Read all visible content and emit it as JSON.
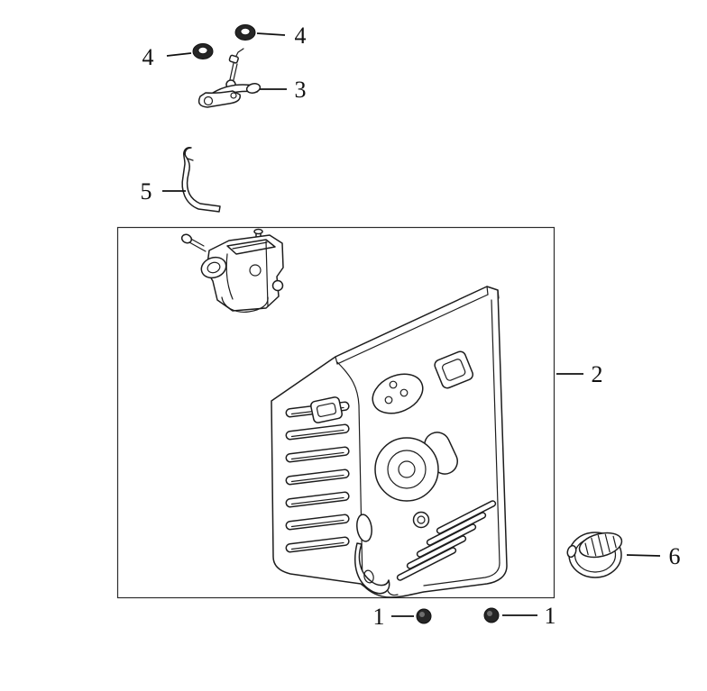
{
  "diagram": {
    "type": "exploded-parts-diagram",
    "background_color": "#ffffff",
    "line_color": "#1d1d1d",
    "label_color": "#111111",
    "callouts": [
      {
        "id": "callout-4-upper",
        "label": "4"
      },
      {
        "id": "callout-4-lower",
        "label": "4"
      },
      {
        "id": "callout-3",
        "label": "3"
      },
      {
        "id": "callout-5",
        "label": "5"
      },
      {
        "id": "callout-2",
        "label": "2"
      },
      {
        "id": "callout-6",
        "label": "6"
      },
      {
        "id": "callout-1-left",
        "label": "1"
      },
      {
        "id": "callout-1-right",
        "label": "1"
      }
    ]
  }
}
